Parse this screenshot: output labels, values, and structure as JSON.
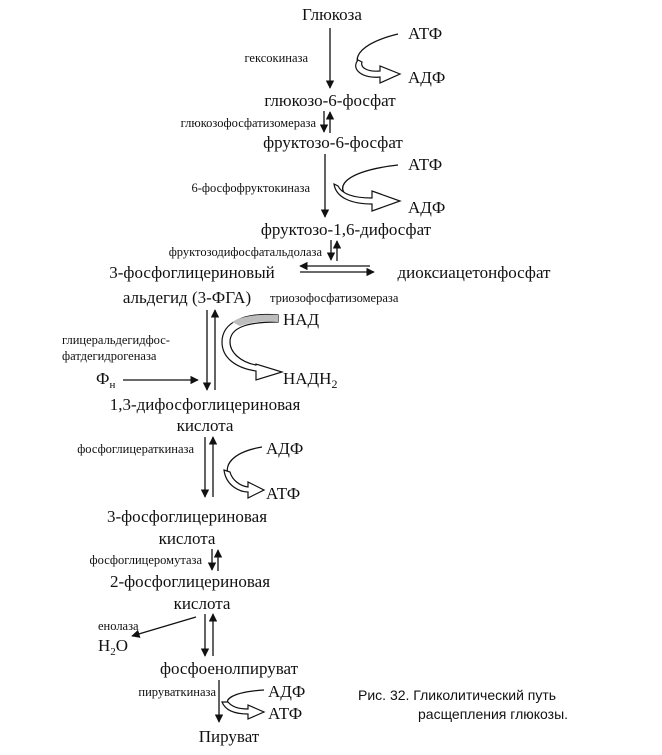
{
  "compounds": {
    "glucose": "Глюкоза",
    "g6p": "глюкозо-6-фосфат",
    "f6p": "фруктозо-6-фосфат",
    "f16bp": "фруктозо-1,6-дифосфат",
    "gap_line1": "3-фосфоглицериновый",
    "gap_line2": "альдегид (3-ФГА)",
    "dhap": "диоксиацетонфосфат",
    "bpg_line1": "1,3-дифосфоглицериновая",
    "bpg_line2": "кислота",
    "pg3_line1": "3-фосфоглицериновая",
    "pg3_line2": "кислота",
    "pg2_line1": "2-фосфоглицериновая",
    "pg2_line2": "кислота",
    "pep": "фосфоенолпируват",
    "pyruvate": "Пируват"
  },
  "enzymes": {
    "hexokinase": "гексокиназа",
    "gpi": "глюкозофосфатизомераза",
    "pfk": "6-фосфофруктокиназа",
    "aldolase": "фруктозодифосфатальдолаза",
    "tpi": "триозофосфатизомераза",
    "gapdh_line1": "глицеральдегидфос-",
    "gapdh_line2": "фатдегидрогеназа",
    "pgk": "фосфоглицераткиназа",
    "pgm": "фосфоглицеромутаза",
    "enolase": "енолаза",
    "pk": "пируваткиназа"
  },
  "cofactors": {
    "atp_1": "АТФ",
    "adp_1": "АДФ",
    "atp_2": "АТФ",
    "adp_2": "АДФ",
    "nad": "НАД",
    "nadh": "НАДН",
    "nadh_sub": "2",
    "phosphate": "Ф",
    "phosphate_sub": "н",
    "adp_3": "АДФ",
    "atp_3": "АТФ",
    "water": "H",
    "water_sub": "2",
    "water_tail": "O",
    "adp_4": "АДФ",
    "atp_4": "АТФ"
  },
  "caption": {
    "line1": "Рис. 32. Гликолитический путь",
    "line2": "расщепления глюкозы."
  }
}
